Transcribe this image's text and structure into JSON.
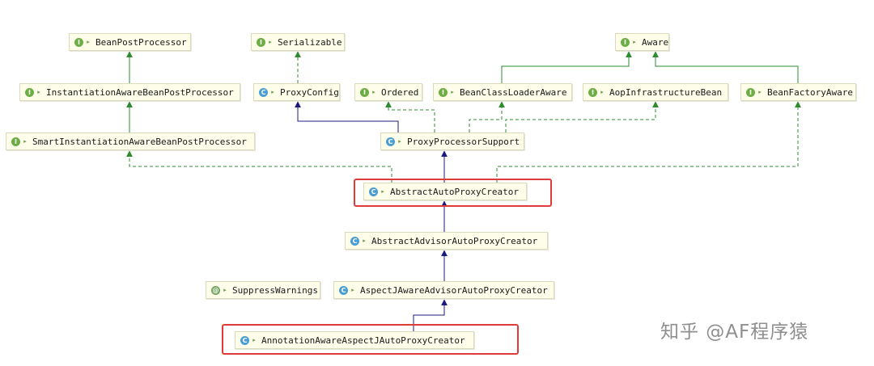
{
  "diagram": {
    "nodes": [
      {
        "id": "beanpostprocessor",
        "kind": "interface",
        "badge": "I",
        "label": "BeanPostProcessor"
      },
      {
        "id": "serializable",
        "kind": "interface",
        "badge": "I",
        "label": "Serializable"
      },
      {
        "id": "aware",
        "kind": "interface",
        "badge": "I",
        "label": "Aware"
      },
      {
        "id": "instantiationaware",
        "kind": "interface",
        "badge": "I",
        "label": "InstantiationAwareBeanPostProcessor"
      },
      {
        "id": "proxyconfig",
        "kind": "class",
        "badge": "C",
        "label": "ProxyConfig"
      },
      {
        "id": "ordered",
        "kind": "interface",
        "badge": "I",
        "label": "Ordered"
      },
      {
        "id": "beanclassloaderaware",
        "kind": "interface",
        "badge": "I",
        "label": "BeanClassLoaderAware"
      },
      {
        "id": "aopinfrastructurebean",
        "kind": "interface",
        "badge": "I",
        "label": "AopInfrastructureBean"
      },
      {
        "id": "beanfactoryaware",
        "kind": "interface",
        "badge": "I",
        "label": "BeanFactoryAware"
      },
      {
        "id": "smartinstantiationaware",
        "kind": "interface",
        "badge": "I",
        "label": "SmartInstantiationAwareBeanPostProcessor"
      },
      {
        "id": "proxyprocessorsupport",
        "kind": "class",
        "badge": "C",
        "label": "ProxyProcessorSupport"
      },
      {
        "id": "abstractautoproxycreator",
        "kind": "class",
        "badge": "C",
        "label": "AbstractAutoProxyCreator",
        "highlighted": true
      },
      {
        "id": "abstractadvisorautoproxycreator",
        "kind": "class",
        "badge": "C",
        "label": "AbstractAdvisorAutoProxyCreator"
      },
      {
        "id": "suppresswarnings",
        "kind": "annotation",
        "badge": "@",
        "label": "SuppressWarnings"
      },
      {
        "id": "aspectjawareadvisorautoproxycreator",
        "kind": "class",
        "badge": "C",
        "label": "AspectJAwareAdvisorAutoProxyCreator"
      },
      {
        "id": "annotationawareaspectjautoproxycreator",
        "kind": "class",
        "badge": "C",
        "label": "AnnotationAwareAspectJAutoProxyCreator",
        "highlighted": true
      }
    ],
    "edges": [
      {
        "from": "instantiationaware",
        "to": "beanpostprocessor",
        "type": "extends-interface"
      },
      {
        "from": "smartinstantiationaware",
        "to": "instantiationaware",
        "type": "extends-interface"
      },
      {
        "from": "beanclassloaderaware",
        "to": "aware",
        "type": "extends-interface"
      },
      {
        "from": "beanfactoryaware",
        "to": "aware",
        "type": "extends-interface"
      },
      {
        "from": "proxyconfig",
        "to": "serializable",
        "type": "implements"
      },
      {
        "from": "proxyprocessorsupport",
        "to": "proxyconfig",
        "type": "extends-class"
      },
      {
        "from": "proxyprocessorsupport",
        "to": "ordered",
        "type": "implements"
      },
      {
        "from": "proxyprocessorsupport",
        "to": "beanclassloaderaware",
        "type": "implements"
      },
      {
        "from": "proxyprocessorsupport",
        "to": "aopinfrastructurebean",
        "type": "implements"
      },
      {
        "from": "abstractautoproxycreator",
        "to": "proxyprocessorsupport",
        "type": "extends-class"
      },
      {
        "from": "abstractautoproxycreator",
        "to": "smartinstantiationaware",
        "type": "implements"
      },
      {
        "from": "abstractautoproxycreator",
        "to": "beanfactoryaware",
        "type": "implements"
      },
      {
        "from": "abstractadvisorautoproxycreator",
        "to": "abstractautoproxycreator",
        "type": "extends-class"
      },
      {
        "from": "aspectjawareadvisorautoproxycreator",
        "to": "abstractadvisorautoproxycreator",
        "type": "extends-class"
      },
      {
        "from": "annotationawareaspectjautoproxycreator",
        "to": "aspectjawareadvisorautoproxycreator",
        "type": "extends-class"
      }
    ],
    "colors": {
      "interface_edge": "#2e8b2e",
      "class_edge": "#1c1c7a",
      "highlight": "#e03b3b",
      "node_fill": "#fdfde9"
    }
  },
  "watermark": "知乎 @AF程序猿"
}
